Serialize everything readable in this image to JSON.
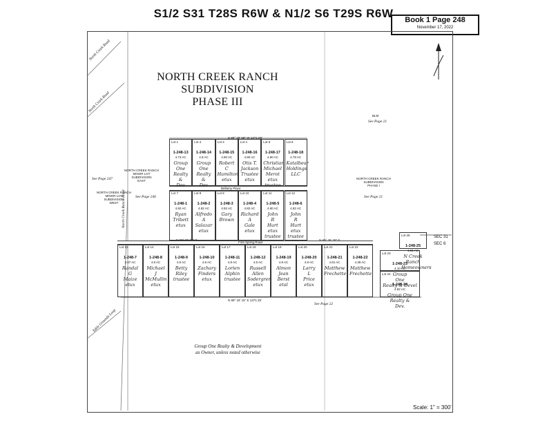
{
  "header": {
    "title": "S1/2  S31  T28S  R6W  &  N1/2  S6  T29S  R6W"
  },
  "book": {
    "title": "Book 1 Page 248",
    "date": "November 17, 2022"
  },
  "map_title": [
    "NORTH CREEK RANCH",
    "SUBDIVISION",
    "PHASE III"
  ],
  "labels": {
    "north_creek_road_top": "North Creek Road",
    "north_creek_road_mid": "North Creek Road",
    "north_creek_ranch_road": "North Creek Ranch Road",
    "blm": "BLM",
    "see_page_21_a": "See Page 21",
    "see_page_21_b": "See Page 21",
    "see_page_247": "See Page 247",
    "see_page_246": "See Page 246",
    "see_page_22": "See Page 22",
    "ncr_minor_east": "NORTH CREEK RANCH\nMINOR LOT\nSUBDIVISION\nEAST",
    "ncr_minor_west": "NORTH CREEK RANCH\nMINOR LOT\nSUBDIVISION\nWEST",
    "ncr_phase1": "NORTH CREEK RANCH\nSUBDIVISION\nPHASE I",
    "first_spring_road": "First Spring Road",
    "bellamy_place": "Bellamy Place",
    "sec31": "SEC 31",
    "sec6": "SEC 6",
    "table_grounds_loop": "Table Grounds Loop",
    "bearing_top": "S 89° 29' 58\" W  1371.08'",
    "bearing_mid_left": "N 89° 36' 30\" E",
    "bearing_mid_right": "N 89° 36' 28\" E",
    "bearing_bottom": "N 89° 18' 15\" E  1371.25'"
  },
  "lots_row1": [
    {
      "lot": "Lot 1",
      "id": "1-248-13",
      "ac": "4.73 AC",
      "owner": "Group\nOne\nRealty &\nDev"
    },
    {
      "lot": "Lot 2",
      "id": "1-248-14",
      "ac": "4.8 AC",
      "owner": "Group\nOne\nRealty &\nDev"
    },
    {
      "lot": "Lot 3",
      "id": "1-248-15",
      "ac": "4.80 AC",
      "owner": "Robert\nC\nHamilton\netux"
    },
    {
      "lot": "Lot 4",
      "id": "1-248-16",
      "ac": "4.80 AC",
      "owner": "Otis T.\nJackson\nTrustee\netux"
    },
    {
      "lot": "Lot 5",
      "id": "1-248-17",
      "ac": "4.80 AC",
      "owner": "Christian\nMichael\nMerot\netux trustee"
    },
    {
      "lot": "Lot 6",
      "id": "1-248-18",
      "ac": "4.78 AC",
      "owner": "Katalbear\nHoldings\nLLC"
    }
  ],
  "lots_row2": [
    {
      "lot": "Lot 7",
      "id": "1-248-1",
      "ac": "4.82 AC",
      "owner": "Ryan\nTribett\netux"
    },
    {
      "lot": "Lot 8",
      "id": "1-248-2",
      "ac": "4.82 AC",
      "owner": "Alfredo\nA\nSalazar\netux"
    },
    {
      "lot": "Lot 9",
      "id": "1-248-3",
      "ac": "4.82 AC",
      "owner": "Gary\nBrown"
    },
    {
      "lot": "Lot 10",
      "id": "1-248-4",
      "ac": "4.82 AC",
      "owner": "Richard\nA\nGale\netux"
    },
    {
      "lot": "Lot 11",
      "id": "1-248-5",
      "ac": "4.80 AC",
      "owner": "John\nR\nHurt\netux trustee"
    },
    {
      "lot": "Lot 12",
      "id": "1-248-6",
      "ac": "4.82 AC",
      "owner": "John\nR\nHurt\netux trustee"
    }
  ],
  "lots_row3": [
    {
      "lot": "Lot 13",
      "id": "1-248-7",
      "ac": "3.87 AC",
      "owner": "Randal\nG\nMaize\netux"
    },
    {
      "lot": "Lot 14",
      "id": "1-248-8",
      "ac": "4.8 AC",
      "owner": "Michael\nJ\nMcMullin\netux"
    },
    {
      "lot": "Lot 15",
      "id": "1-248-9",
      "ac": "4.8 AC",
      "owner": "Betty\nRiley\ntrustee"
    },
    {
      "lot": "Lot 16",
      "id": "1-248-10",
      "ac": "4.8 AC",
      "owner": "Zachary\nFinders\netux"
    },
    {
      "lot": "Lot 17",
      "id": "1-248-11",
      "ac": "4.8 AC",
      "owner": "Lorien\nAlphin\ntrustee"
    },
    {
      "lot": "Lot 18",
      "id": "1-248-12",
      "ac": "4.8 AC",
      "owner": "Russell\nAllen\nSodergren\netux"
    },
    {
      "lot": "Lot 19",
      "id": "1-248-19",
      "ac": "4.8 AC",
      "owner": "Almon\nJean\nBerst\netal"
    },
    {
      "lot": "Lot 20",
      "id": "1-248-20",
      "ac": "4.8 AC",
      "owner": "Larry\nL\nPrice\netux"
    },
    {
      "lot": "Lot 21",
      "id": "1-248-21",
      "ac": "4.81 AC",
      "owner": "Matthew\nFrechette"
    },
    {
      "lot": "Lot 22",
      "id": "1-248-22",
      "ac": "4.38 AC",
      "owner": "Matthew\nFrechette"
    }
  ],
  "lots_east": [
    {
      "lot": "Lot 23",
      "id": "1-248-23",
      "ac": "4.10 AC",
      "owner": "Group\nOne\nRealty & Devel"
    },
    {
      "lot": "Lot 24",
      "id": "1-248-24",
      "ac": "4.82 AC",
      "owner": "Group One\nRealty &\nDev."
    },
    {
      "lot": "Lot 25",
      "id": "1-248-25",
      "ac": "1.81 AC",
      "owner": "N Creek\nRanch Homeowners"
    }
  ],
  "footer": {
    "line1": "Group One Realty & Development",
    "line2": "as Owner, unless noted otherwise"
  },
  "scale": "Scale: 1\" = 300'"
}
